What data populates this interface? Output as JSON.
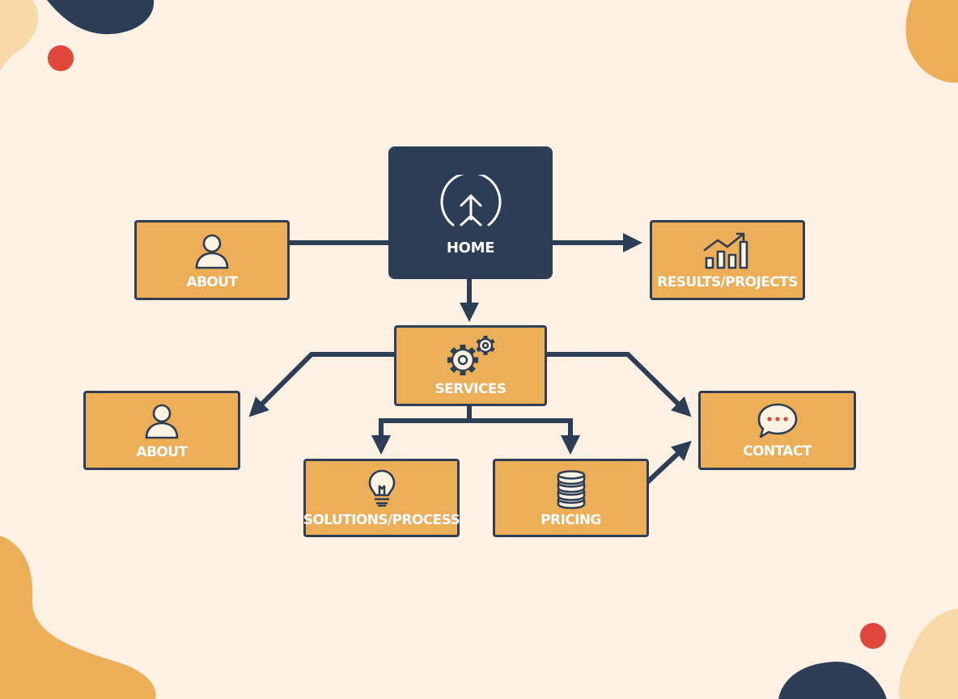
{
  "nodes": {
    "home": {
      "label": "HOME",
      "icon": "home-arrow-up-icon"
    },
    "about_top": {
      "label": "ABOUT",
      "icon": "person-icon"
    },
    "results": {
      "label": "RESULTS/PROJECTS",
      "icon": "bar-chart-trend-icon"
    },
    "services": {
      "label": "SERVICES",
      "icon": "gears-icon"
    },
    "about_left": {
      "label": "ABOUT",
      "icon": "person-icon"
    },
    "contact": {
      "label": "CONTACT",
      "icon": "speech-bubble-icon"
    },
    "solutions": {
      "label": "SOLUTIONS/PROCESS",
      "icon": "lightbulb-icon"
    },
    "pricing": {
      "label": "PRICING",
      "icon": "coin-stack-icon"
    }
  },
  "colors": {
    "background": "#fcf1e3",
    "node_fill": "#edae58",
    "node_border": "#2f3e52",
    "home_fill": "#2c3e55",
    "accent_red": "#e0473a"
  }
}
